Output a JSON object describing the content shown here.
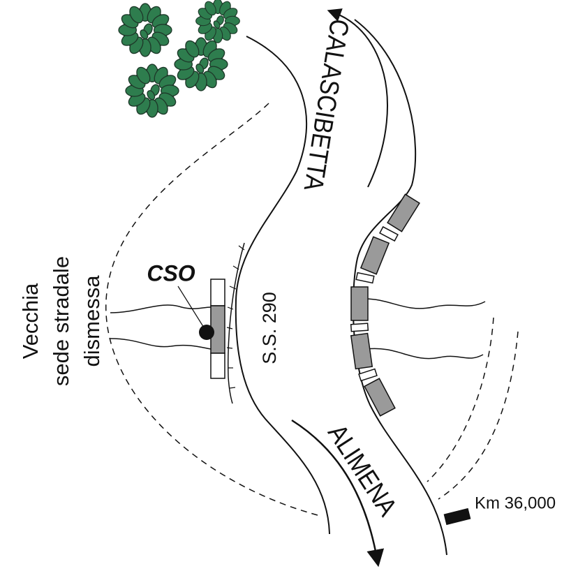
{
  "labels": {
    "direction_north": "CALASCIBETTA",
    "direction_south": "ALIMENA",
    "road_name": "S.S. 290",
    "old_road": [
      "Vecchia",
      "sede stradale",
      "dismessa"
    ],
    "station": "CSO",
    "kilometer_marker": "Km 36,000"
  },
  "colors": {
    "tree_fill": "#2e7d4e",
    "tree_outline": "#1e3a2a",
    "block_fill": "#9a9a9a",
    "line": "#111111"
  },
  "icons": [
    "tree-icon",
    "direction-arrow-icon",
    "kilometer-marker-icon",
    "station-point-icon"
  ]
}
